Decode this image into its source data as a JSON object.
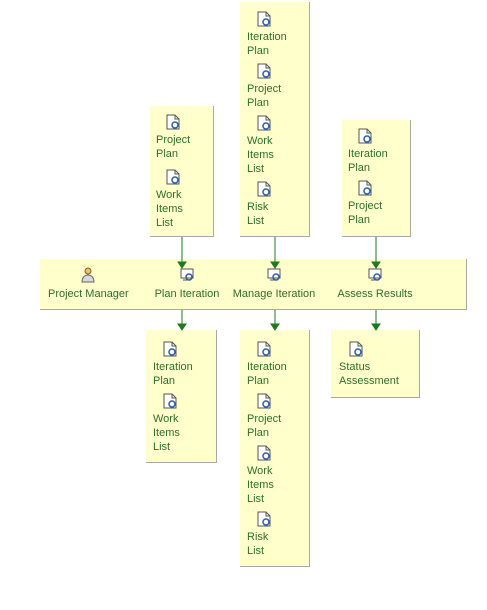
{
  "roles": [
    {
      "label": "Project Manager"
    }
  ],
  "tasks": [
    {
      "label": "Plan Iteration"
    },
    {
      "label": "Manage Iteration"
    },
    {
      "label": "Assess Results"
    }
  ],
  "inputs": {
    "plan_iteration": [
      "Project\nPlan",
      "Work\nItems\nList"
    ],
    "manage_iteration": [
      "Iteration\nPlan",
      "Project\nPlan",
      "Work\nItems\nList",
      "Risk\nList"
    ],
    "assess_results": [
      "Iteration\nPlan",
      "Project\nPlan"
    ]
  },
  "outputs": {
    "plan_iteration": [
      "Iteration\nPlan",
      "Work\nItems\nList"
    ],
    "manage_iteration": [
      "Iteration\nPlan",
      "Project\nPlan",
      "Work\nItems\nList",
      "Risk\nList"
    ],
    "assess_results": [
      "Status\nAssessment"
    ]
  },
  "colors": {
    "box_fill": "#ffffcc",
    "text": "#2e6e2e",
    "arrow": "#1f7a1f"
  },
  "icons": {
    "artifact": "artifact-document-icon",
    "role": "role-person-icon",
    "task": "task-icon"
  }
}
